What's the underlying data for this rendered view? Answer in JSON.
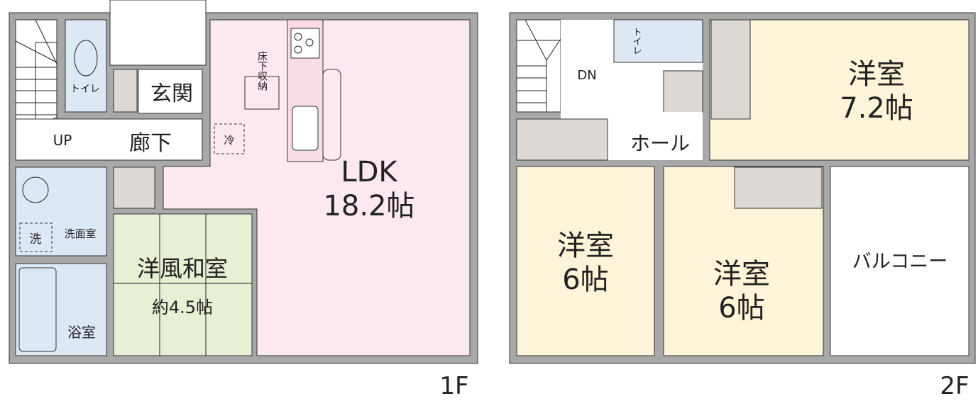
{
  "floors": [
    {
      "name": "1F",
      "rooms": {
        "toilet": "トイレ",
        "entrance": "玄関",
        "hallway": "廊下",
        "stairs_up": "UP",
        "underfloor_storage": "床下収納",
        "fridge": "冷",
        "ldk_name": "LDK",
        "ldk_size": "18.2帖",
        "washroom_icon": "洗",
        "washroom": "洗面室",
        "bath": "浴室",
        "japanese_room": "洋風和室",
        "japanese_room_size": "約4.5帖"
      }
    },
    {
      "name": "2F",
      "rooms": {
        "toilet": "トイレ",
        "stairs_down": "DN",
        "hall": "ホール",
        "room_a_name": "洋室",
        "room_a_size": "7.2帖",
        "room_b_name": "洋室",
        "room_b_size": "6帖",
        "room_c_name": "洋室",
        "room_c_size": "6帖",
        "balcony": "バルコニー"
      }
    }
  ],
  "colors": {
    "wall": "#a8a8a8",
    "ldk": "#fbe8f0",
    "wet": "#dde8f5",
    "tatami": "#e7f0d4",
    "western": "#fdf4d9",
    "closet": "#ddd8d3"
  }
}
